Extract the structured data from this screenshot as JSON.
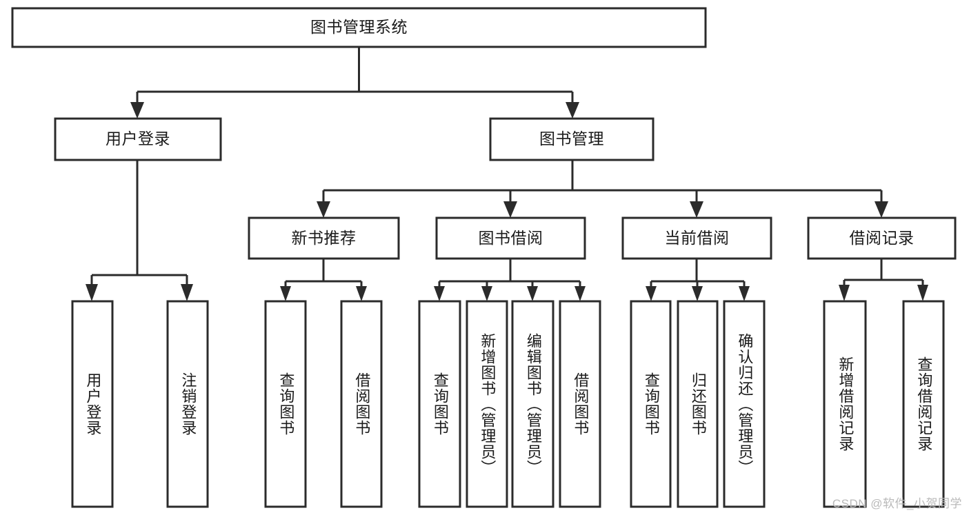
{
  "diagram": {
    "type": "tree-hierarchy-flowchart",
    "title": "图书管理系统",
    "colors": {
      "box_stroke": "#2b2b2b",
      "box_fill": "#ffffff",
      "connector": "#2b2b2b",
      "text": "#1a1a1a",
      "background": "#ffffff",
      "watermark": "#b9b9b9"
    },
    "levels": {
      "root": {
        "label": "图书管理系统"
      },
      "level2": [
        {
          "label": "用户登录"
        },
        {
          "label": "图书管理"
        }
      ],
      "level3": [
        {
          "label": "新书推荐"
        },
        {
          "label": "图书借阅"
        },
        {
          "label": "当前借阅"
        },
        {
          "label": "借阅记录"
        }
      ],
      "leaves": {
        "user_login": [
          {
            "label": "用户登录"
          },
          {
            "label": "注销登录"
          }
        ],
        "new_book_recommend": [
          {
            "label": "查询图书"
          },
          {
            "label": "借阅图书"
          }
        ],
        "book_borrow": [
          {
            "label": "查询图书"
          },
          {
            "label": "新增图书（管理员）"
          },
          {
            "label": "编辑图书（管理员）"
          },
          {
            "label": "借阅图书"
          }
        ],
        "current_borrow": [
          {
            "label": "查询图书"
          },
          {
            "label": "归还图书"
          },
          {
            "label": "确认归还（管理员）"
          }
        ],
        "borrow_record": [
          {
            "label": "新增借阅记录"
          },
          {
            "label": "查询借阅记录"
          }
        ]
      }
    },
    "watermark": "CSDN @软件_小贺同学"
  }
}
